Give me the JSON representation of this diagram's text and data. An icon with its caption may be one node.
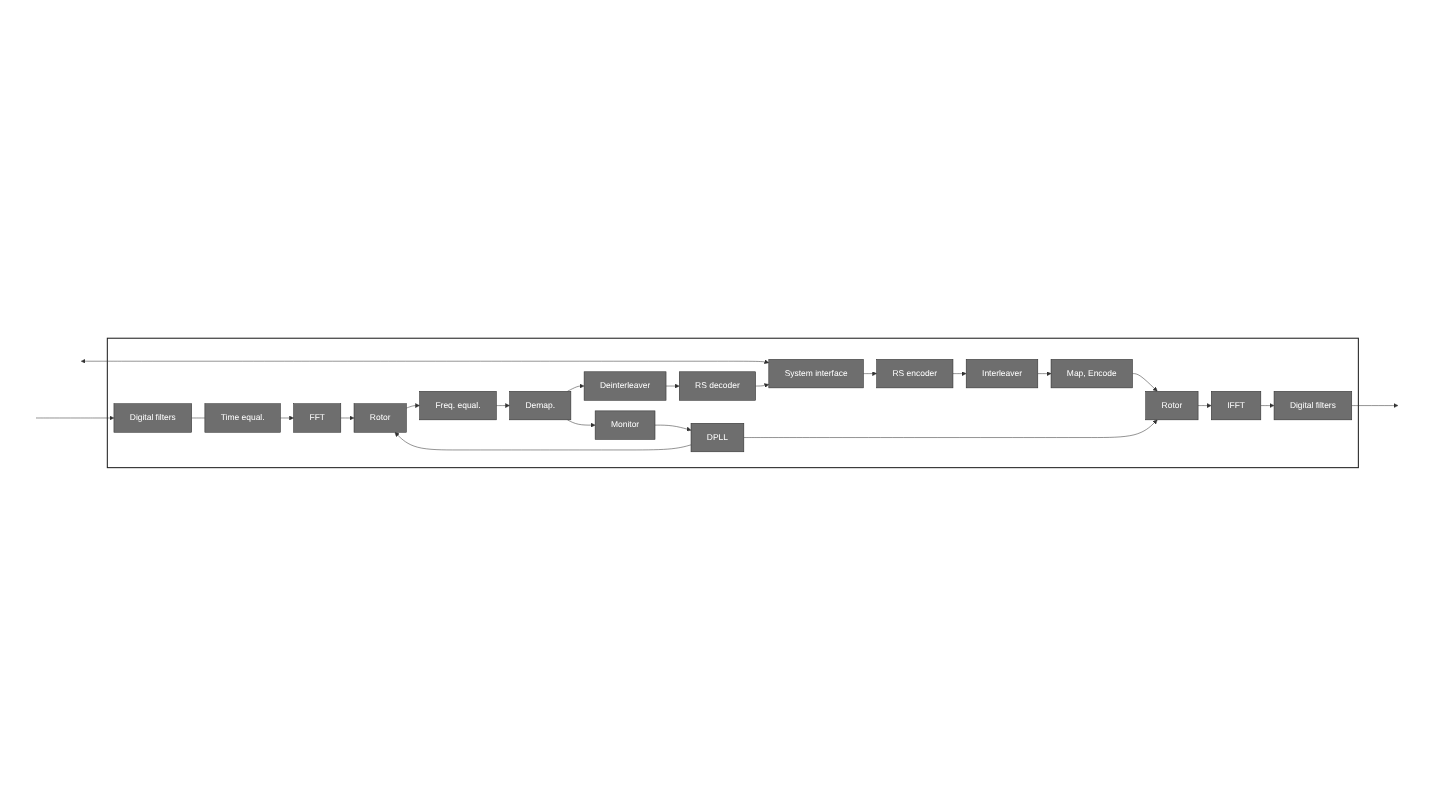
{
  "diagram": {
    "nodes": [
      {
        "text": [],
        "shape": "box"
      },
      {
        "text": [
          "System interface"
        ],
        "in": 0
      },
      {
        "text": [
          "RS encoder"
        ],
        "in": 0
      },
      {
        "text": [
          "Interleaver"
        ],
        "in": 0
      },
      {
        "text": [
          "Map, Encode"
        ],
        "in": 0
      },
      {
        "text": [
          "Rotor"
        ],
        "in": 0
      },
      {
        "text": [
          "IFFT"
        ],
        "in": 0
      },
      {
        "text": [
          "Digital filters"
        ],
        "in": 0
      },
      {
        "text": [
          "Monitor"
        ],
        "in": 0
      },
      {
        "text": [
          "DPLL"
        ],
        "in": 0
      },
      {
        "text": [
          "RS decoder"
        ],
        "in": 0
      },
      {
        "text": [
          "Deinterleaver"
        ],
        "in": 0
      },
      {
        "text": [
          "Demap."
        ],
        "in": 0
      },
      {
        "text": [
          "Freq. equal."
        ],
        "in": 0
      },
      {
        "text": [
          "Rotor"
        ],
        "in": 0
      },
      {
        "text": [
          "FFT"
        ],
        "in": 0
      },
      {
        "text": [
          "Time equal."
        ],
        "in": 0
      },
      {
        "text": [
          "Digital filters"
        ],
        "in": 0
      }
    ],
    "edges": [
      {
        "from": null,
        "to": 1,
        "arrow": "both"
      },
      {
        "from": 1,
        "to": 2,
        "arrow": "to"
      },
      {
        "from": 2,
        "to": 3,
        "arrow": "to"
      },
      {
        "from": 3,
        "to": 4,
        "arrow": "to"
      },
      {
        "from": 4,
        "to": 5,
        "arrow": "to"
      },
      {
        "from": 5,
        "to": 6,
        "arrow": "to"
      },
      {
        "from": 6,
        "to": 7,
        "arrow": "to"
      },
      {
        "from": 7,
        "to": null,
        "arrow": "to"
      },
      {
        "from": 12,
        "to": 8,
        "arrow": "to"
      },
      {
        "from": 8,
        "to": 9,
        "arrow": "to"
      },
      {
        "from": 9,
        "to": 5,
        "arrow": "to"
      },
      {
        "from": 9,
        "to": 14,
        "arrow": "to"
      },
      {
        "from": null,
        "to": 17,
        "arrow": "to"
      },
      {
        "from": 17,
        "to": 16,
        "arrow": "none"
      },
      {
        "from": 16,
        "to": 15,
        "arrow": "to"
      },
      {
        "from": 15,
        "to": 14,
        "arrow": "to"
      },
      {
        "from": 14,
        "to": 13,
        "arrow": "to"
      },
      {
        "from": 13,
        "to": 12,
        "arrow": "to"
      },
      {
        "from": 12,
        "to": 11,
        "arrow": "to"
      },
      {
        "from": 11,
        "to": 10,
        "arrow": "to"
      },
      {
        "from": 10,
        "to": 1,
        "arrow": "to"
      }
    ]
  }
}
